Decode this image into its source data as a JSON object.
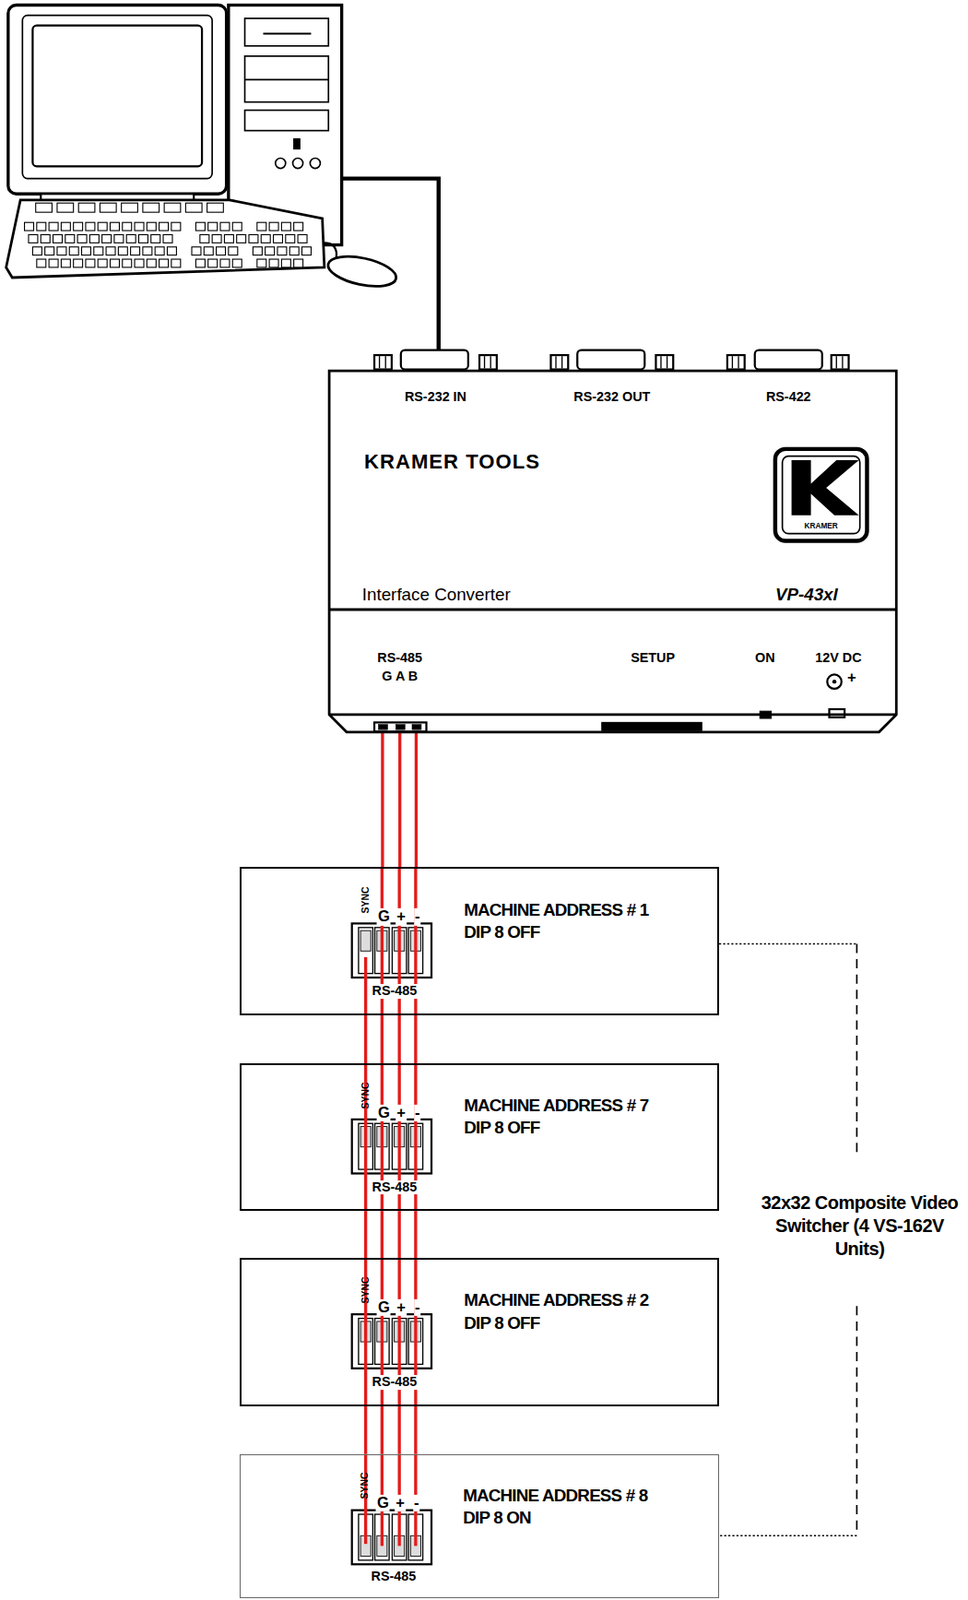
{
  "diagram": {
    "nodes": [
      {
        "text": [
          "RS-232 IN",
          "RS-232 OUT",
          "RS-422",
          "KRAMER TOOLS",
          "KRAMER",
          "Interface Converter",
          "VP-43xl",
          "RS-485",
          "G A B",
          "SETUP",
          "ON",
          "12V DC",
          "+"
        ]
      },
      {
        "text": [
          "SYNC",
          "G",
          "+",
          "-",
          "RS-485",
          "MACHINE ADDRESS # 1",
          "DIP 8 OFF"
        ]
      },
      {
        "text": [
          "SYNC",
          "G",
          "+",
          "-",
          "RS-485",
          "MACHINE ADDRESS # 7",
          "DIP 8 OFF"
        ]
      },
      {
        "text": [
          "SYNC",
          "G",
          "+",
          "-",
          "RS-485",
          "MACHINE ADDRESS # 2",
          "DIP 8 OFF"
        ]
      },
      {
        "text": [
          "SYNC",
          "G",
          "+",
          "-",
          "RS-485",
          "MACHINE ADDRESS # 8",
          "DIP 8 ON"
        ]
      }
    ],
    "edges": [
      {
        "from": 0,
        "to": 1,
        "arrow": "none"
      },
      {
        "from": 1,
        "to": 2,
        "arrow": "none"
      },
      {
        "from": 2,
        "to": 3,
        "arrow": "none"
      },
      {
        "from": 3,
        "to": 4,
        "arrow": "none"
      }
    ],
    "labels": [
      "32x32 Composite Video Switcher (4 VS-162V Units)"
    ]
  }
}
